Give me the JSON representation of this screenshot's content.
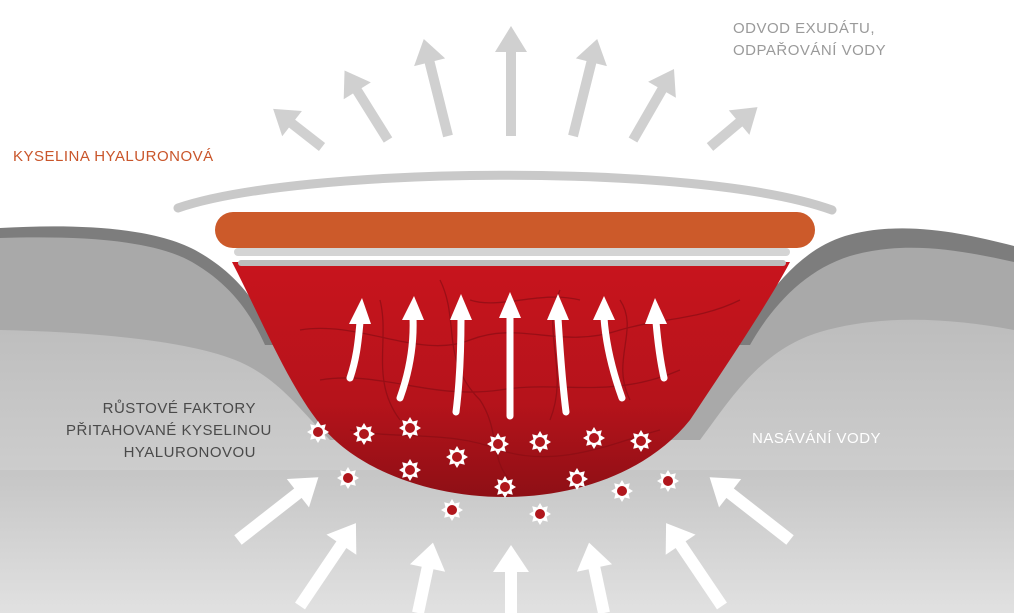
{
  "labels": {
    "outflow": [
      "ODVOD EXUDÁTU,",
      "ODPAŘOVÁNÍ VODY"
    ],
    "hyaluronic_acid": "KYSELINA HYALURONOVÁ",
    "growth_factors": [
      "RŮSTOVÉ FAKTORY",
      "PŘITAHOVANÉ KYSELINOU",
      "HYALURONOVOU"
    ],
    "water_absorption": "NASÁVÁNÍ VODY"
  },
  "colors": {
    "background": "#ffffff",
    "outflow_arrows": "#cfcfcf",
    "dressing_outer": "#c8c8c8",
    "hyaluronic_layer": "#cc5a2a",
    "wound": "#c0161f",
    "skin_dark": "#7a7a7a",
    "skin_mid": "#a5a5a5",
    "skin_light": "#c9c9c9",
    "tissue_arrows": "#ffffff",
    "growth_factor_star": "#ffffff",
    "growth_factor_core": "#b0161c"
  },
  "icons": [
    "arrow-up-icon",
    "growth-factor-icon"
  ]
}
